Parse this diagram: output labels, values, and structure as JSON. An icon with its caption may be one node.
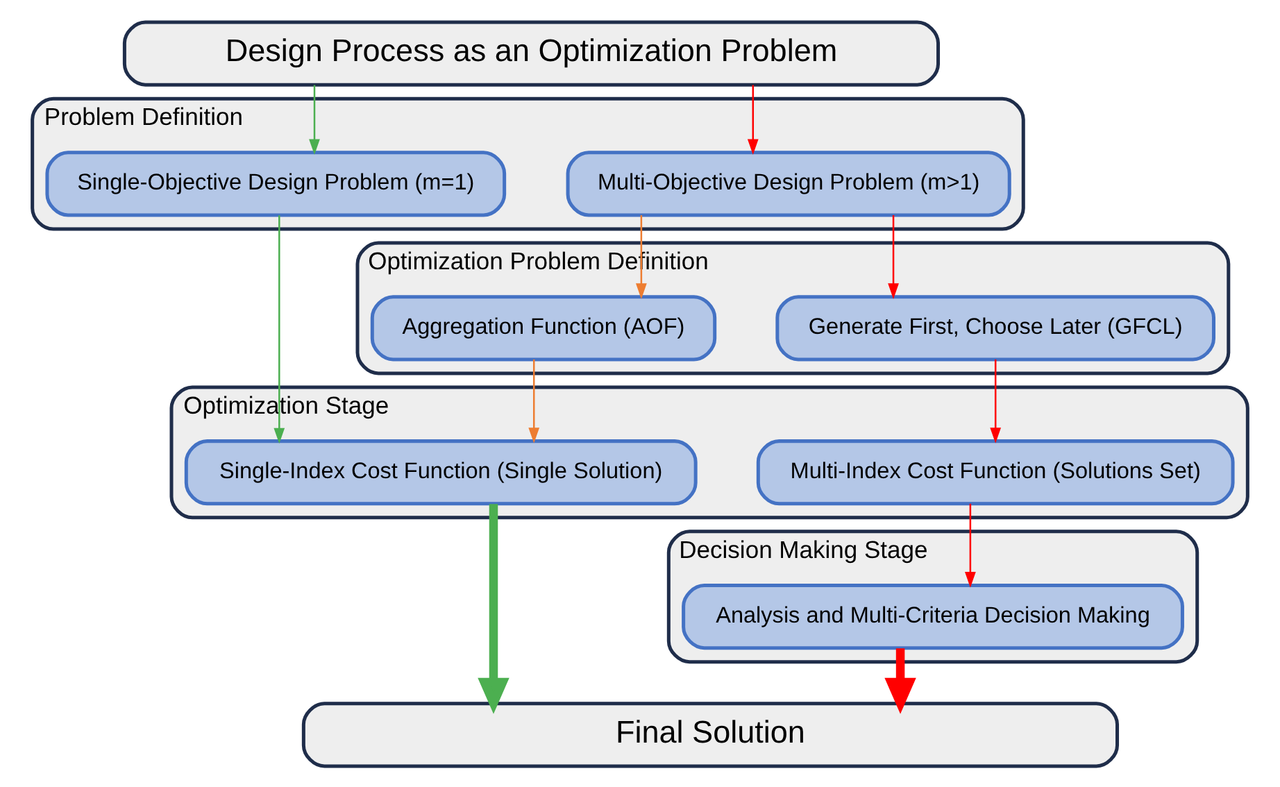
{
  "diagram": {
    "nodes": [
      {
        "text": [
          "Design Process as an Optimization Problem"
        ]
      },
      {
        "text": [
          "Problem Definition"
        ]
      },
      {
        "text": [
          "Single-Objective Design Problem (m=1)"
        ],
        "in": 1
      },
      {
        "text": [
          "Multi-Objective Design Problem (m>1)"
        ],
        "in": 1
      },
      {
        "text": [
          "Optimization Problem Definition"
        ]
      },
      {
        "text": [
          "Aggregation Function (AOF)"
        ],
        "in": 4
      },
      {
        "text": [
          "Generate First, Choose Later (GFCL)"
        ],
        "in": 4
      },
      {
        "text": [
          "Optimization Stage"
        ]
      },
      {
        "text": [
          "Single-Index Cost Function (Single Solution)"
        ],
        "in": 7
      },
      {
        "text": [
          "Multi-Index Cost Function (Solutions Set)"
        ],
        "in": 7
      },
      {
        "text": [
          "Decision Making Stage"
        ]
      },
      {
        "text": [
          "Analysis and Multi-Criteria Decision Making"
        ],
        "in": 10
      },
      {
        "text": [
          "Final Solution"
        ]
      }
    ],
    "edges": [
      {
        "from": 0,
        "to": 2,
        "arrow": "to",
        "color": "#4caf50"
      },
      {
        "from": 0,
        "to": 3,
        "arrow": "to"
      },
      {
        "from": 2,
        "to": 8,
        "arrow": "to",
        "color": "#4caf50"
      },
      {
        "from": 3,
        "to": 5,
        "arrow": "to",
        "color": "#ed7d31"
      },
      {
        "from": 3,
        "to": 6,
        "arrow": "to"
      },
      {
        "from": 5,
        "to": 8,
        "arrow": "to",
        "color": "#ed7d31"
      },
      {
        "from": 6,
        "to": 9,
        "arrow": "to"
      },
      {
        "from": 9,
        "to": 11,
        "arrow": "to"
      },
      {
        "from": 8,
        "to": 12,
        "arrow": "to",
        "style": "thick",
        "color": "#4caf50"
      },
      {
        "from": 11,
        "to": 12,
        "arrow": "to",
        "style": "thick"
      }
    ]
  }
}
